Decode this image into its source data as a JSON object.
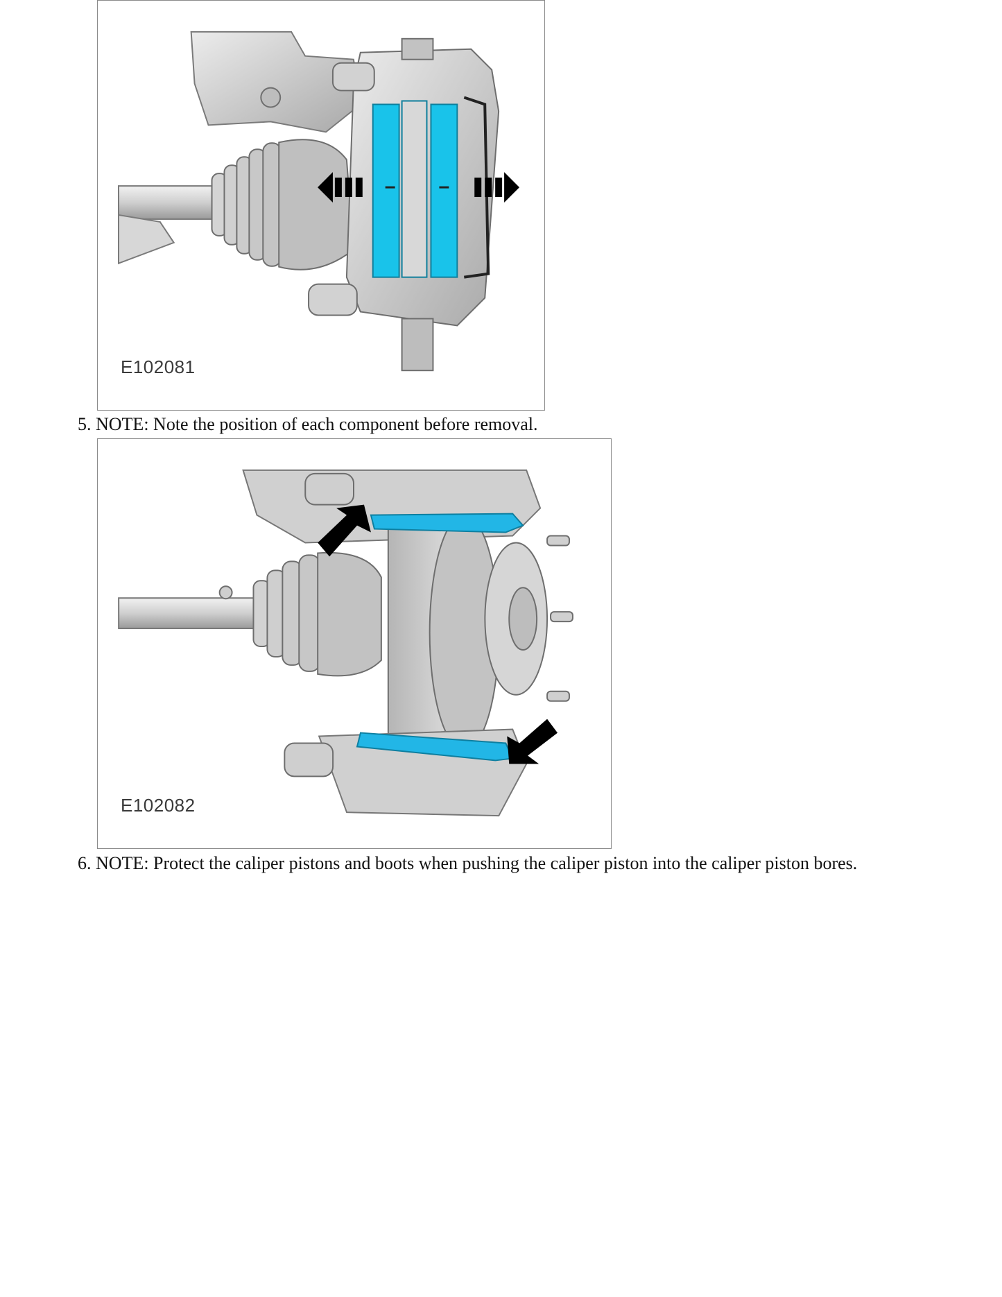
{
  "figures": [
    {
      "code": "E102081"
    },
    {
      "code": "E102082"
    }
  ],
  "steps": [
    {
      "number": "5.",
      "text": "NOTE: Note the position of each component before removal."
    },
    {
      "number": "6.",
      "text": "NOTE: Protect the caliper pistons and boots when pushing the caliper piston into the caliper piston bores."
    }
  ],
  "colors": {
    "highlight": "#19c3ea",
    "metal": "#c9c9c9",
    "arrow": "#000000"
  }
}
